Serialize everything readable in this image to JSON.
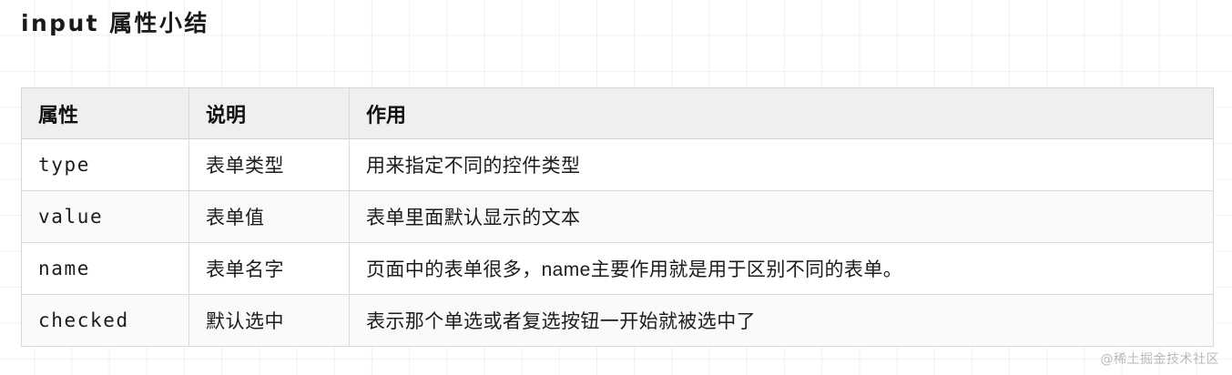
{
  "page": {
    "title": "input 属性小结",
    "watermark": "@稀土掘金技术社区",
    "colors": {
      "background": "#ffffff",
      "grid_line": "#f0f0f0",
      "table_border": "#d9d9d9",
      "header_fill": "#efefef",
      "row_stripe": "#fafafa",
      "text": "#1c1c1c",
      "watermark_text": "#b9b9b9"
    }
  },
  "table": {
    "headers": [
      "属性",
      "说明",
      "作用"
    ],
    "rows": [
      {
        "attribute": "type",
        "description": "表单类型",
        "effect": "用来指定不同的控件类型"
      },
      {
        "attribute": "value",
        "description": "表单值",
        "effect": "表单里面默认显示的文本"
      },
      {
        "attribute": "name",
        "description": "表单名字",
        "effect": "页面中的表单很多，name主要作用就是用于区别不同的表单。"
      },
      {
        "attribute": "checked",
        "description": "默认选中",
        "effect": "表示那个单选或者复选按钮一开始就被选中了"
      }
    ]
  }
}
